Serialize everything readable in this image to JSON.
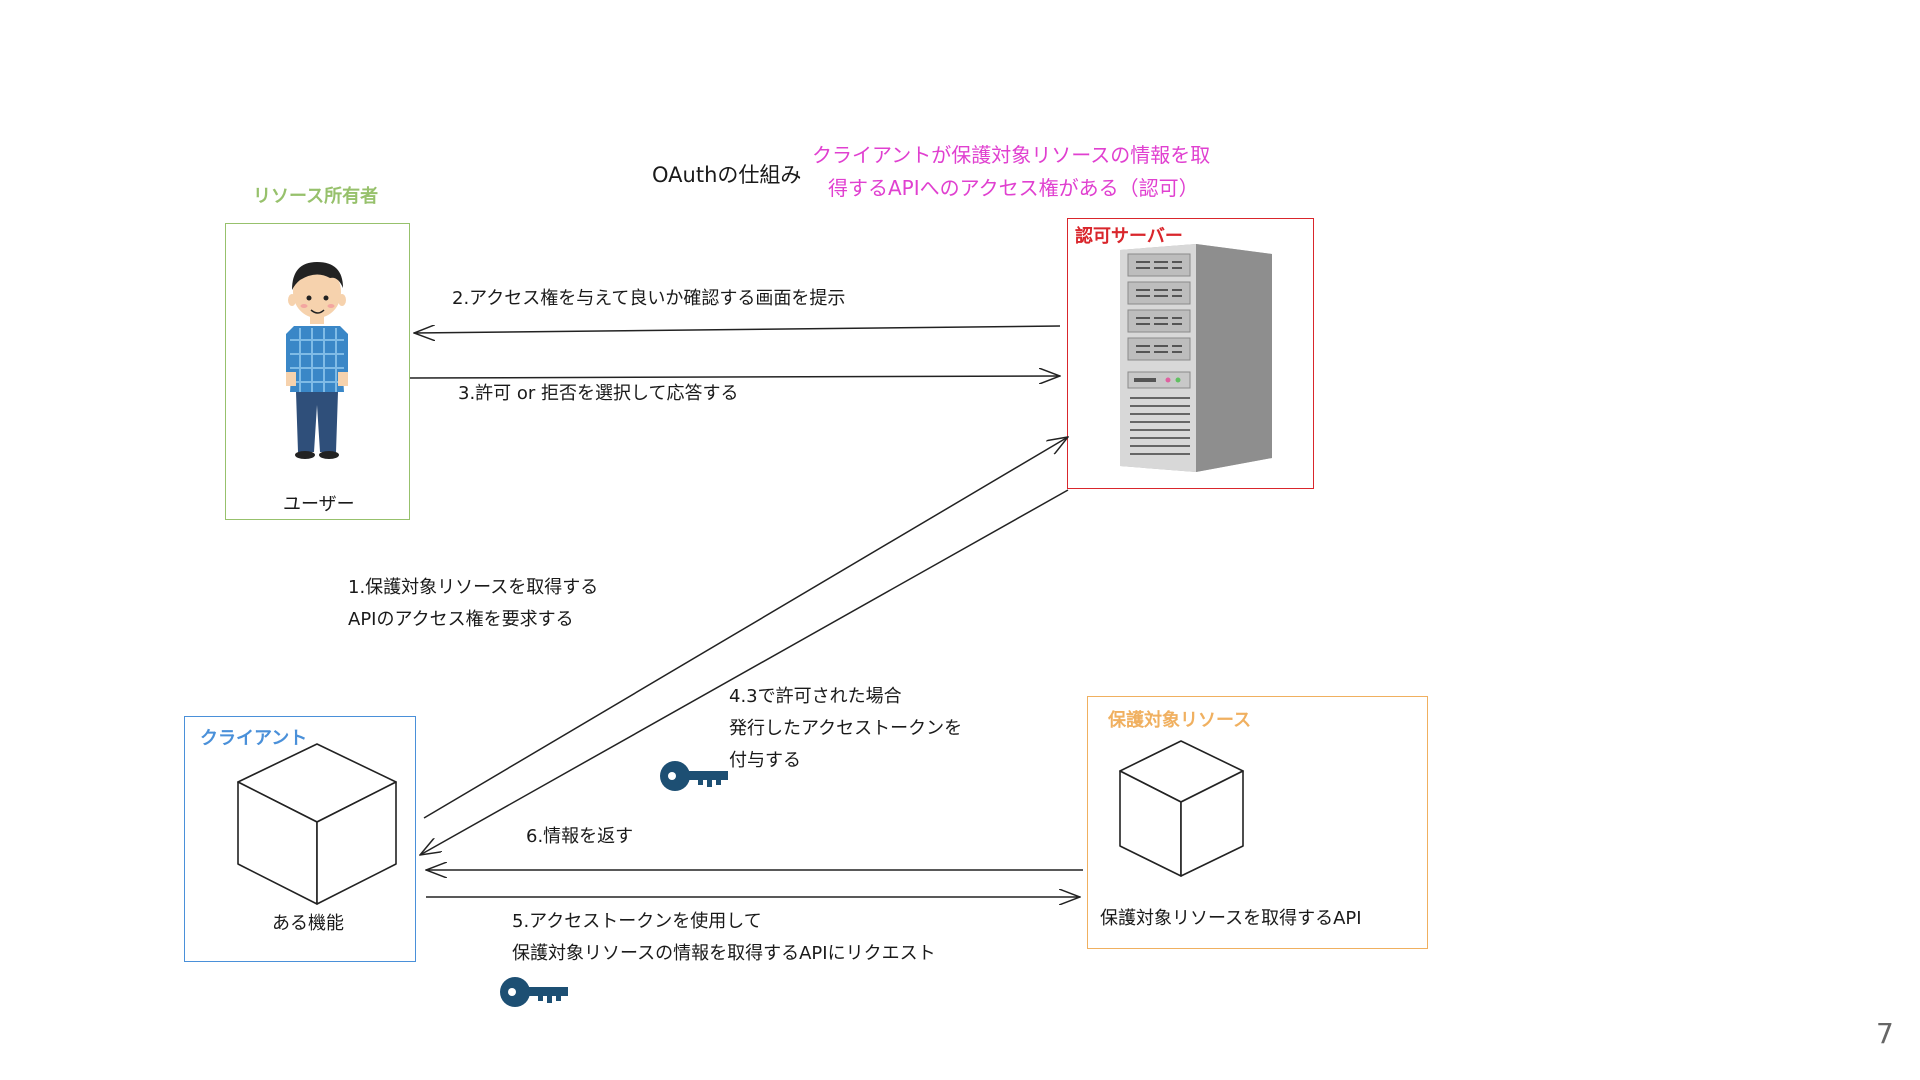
{
  "diagram": {
    "title": "OAuthの仕組み",
    "note_line1": "クライアントが保護対象リソースの情報を取",
    "note_line2": "得するAPIへのアクセス権がある（認可）",
    "resource_owner": {
      "heading": "リソース所有者",
      "name": "ユーザー"
    },
    "auth_server": {
      "heading": "認可サーバー"
    },
    "client": {
      "heading": "クライアント",
      "name": "ある機能"
    },
    "protected_resource": {
      "heading": "保護対象リソース",
      "name": "保護対象リソースを取得するAPI"
    },
    "steps": {
      "s1_line1": "1.保護対象リソースを取得する",
      "s1_line2": "APIのアクセス権を要求する",
      "s2": "2.アクセス権を与えて良いか確認する画面を提示",
      "s3": "3.許可 or 拒否を選択して応答する",
      "s4_line1": "4.3で許可された場合",
      "s4_line2": "発行したアクセストークンを",
      "s4_line3": "付与する",
      "s5_line1": "5.アクセストークンを使用して",
      "s5_line2": "保護対象リソースの情報を取得するAPIにリクエスト",
      "s6": "6.情報を返す"
    },
    "colors": {
      "owner": "#97c16c",
      "server": "#d9262c",
      "client": "#4a90d9",
      "resource": "#f0b060",
      "note": "#e040d0",
      "key": "#1d4f73"
    }
  },
  "page_number": "7"
}
